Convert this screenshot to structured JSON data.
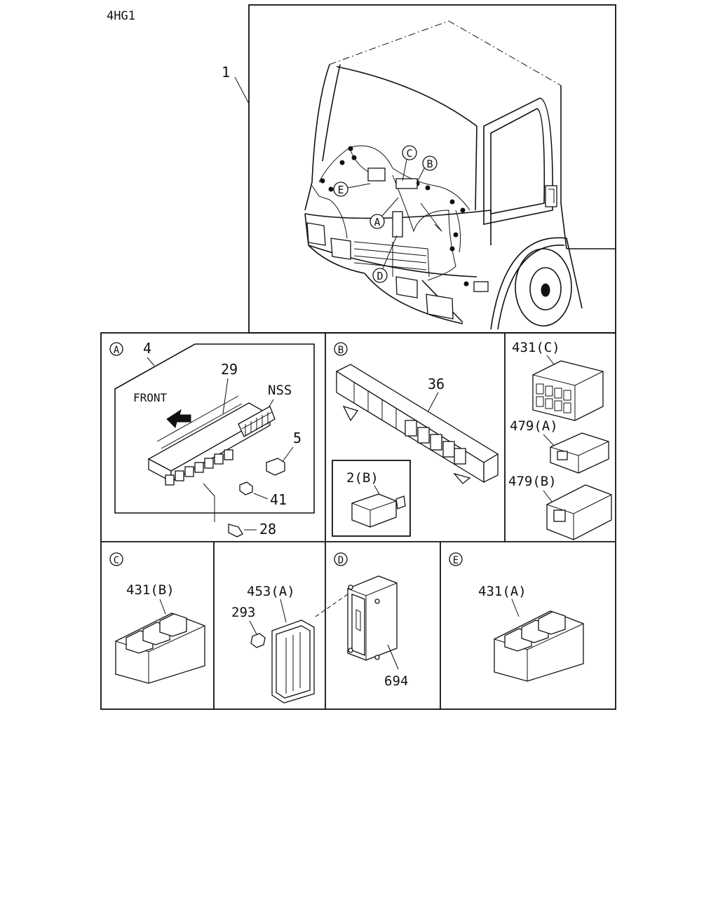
{
  "model_code": "4HG1",
  "callouts": {
    "assembly_main": "1",
    "sub_a_part": "4",
    "part_29": "29",
    "front_label": "FRONT",
    "nss": "NSS",
    "part_5": "5",
    "part_41": "41",
    "part_28": "28",
    "part_36": "36",
    "part_2b": "2(B)",
    "part_431c": "431(C)",
    "part_479a": "479(A)",
    "part_479b": "479(B)",
    "part_431b": "431(B)",
    "part_453a": "453(A)",
    "part_293": "293",
    "part_694": "694",
    "part_431a": "431(A)"
  },
  "view_letters": {
    "a": "A",
    "b": "B",
    "c": "C",
    "d": "D",
    "e": "E"
  }
}
